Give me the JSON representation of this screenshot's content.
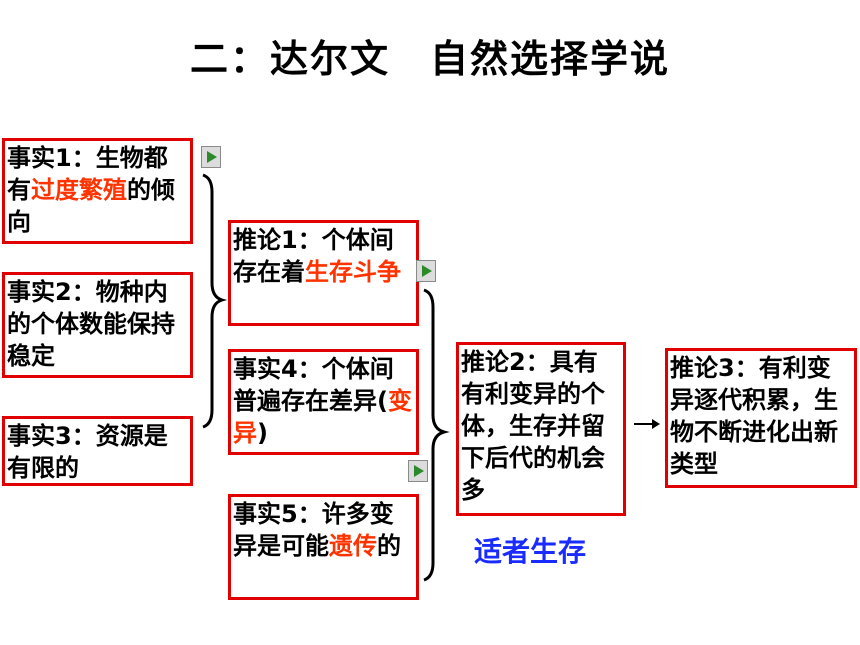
{
  "title": {
    "part1": "二：达尔文",
    "part2": "自然选择学说"
  },
  "fact1": {
    "pre": "事实1：生物都有",
    "hl": "过度繁殖",
    "post": "的倾向"
  },
  "fact2": {
    "text": "事实2：物种内的个体数能保持稳定"
  },
  "fact3": {
    "text": "事实3：资源是有限的"
  },
  "inference1": {
    "pre": "推论1：个体间存在着",
    "hl": "生存斗争",
    "post": ""
  },
  "fact4": {
    "pre": "事实4：个体间普遍存在差异(",
    "hl": "变异",
    "post": ")"
  },
  "fact5": {
    "pre": "事实5：许多变异是可能",
    "hl": "遗传",
    "post": "的"
  },
  "inference2": {
    "text": "推论2：具有有利变异的个体，生存并留下后代的机会多"
  },
  "inference3": {
    "text": "推论3：有利变异逐代积累，生物不断进化出新类型"
  },
  "survival_label": "适者生存",
  "icons": {
    "play": "play-button-icon",
    "arrow": "right-arrow-icon",
    "brace": "curly-brace-icon"
  },
  "colors": {
    "border": "#e00000",
    "highlight": "#ff3300",
    "survival": "#1a2bff",
    "play_triangle": "#2c8a2c"
  }
}
